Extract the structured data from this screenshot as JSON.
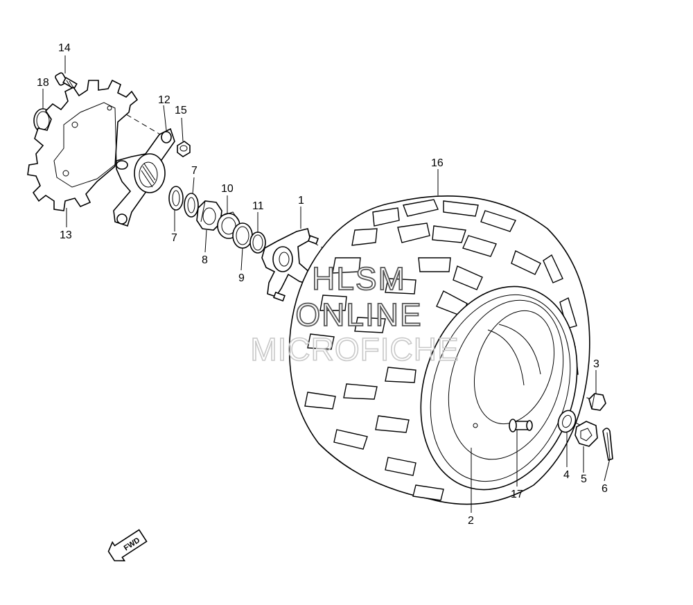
{
  "part_labels": {
    "p1": "1",
    "p2": "2",
    "p3": "3",
    "p4": "4",
    "p5": "5",
    "p6": "6",
    "p7a": "7",
    "p7b": "7",
    "p8": "8",
    "p9": "9",
    "p10": "10",
    "p11": "11",
    "p12": "12",
    "p13": "13",
    "p14": "14",
    "p15": "15",
    "p16": "16",
    "p17": "17",
    "p18": "18"
  },
  "direction_badge": "FWD",
  "watermark": {
    "line1": "HLSM",
    "line2": "ONLINE",
    "line3": "MICROFICHE"
  }
}
